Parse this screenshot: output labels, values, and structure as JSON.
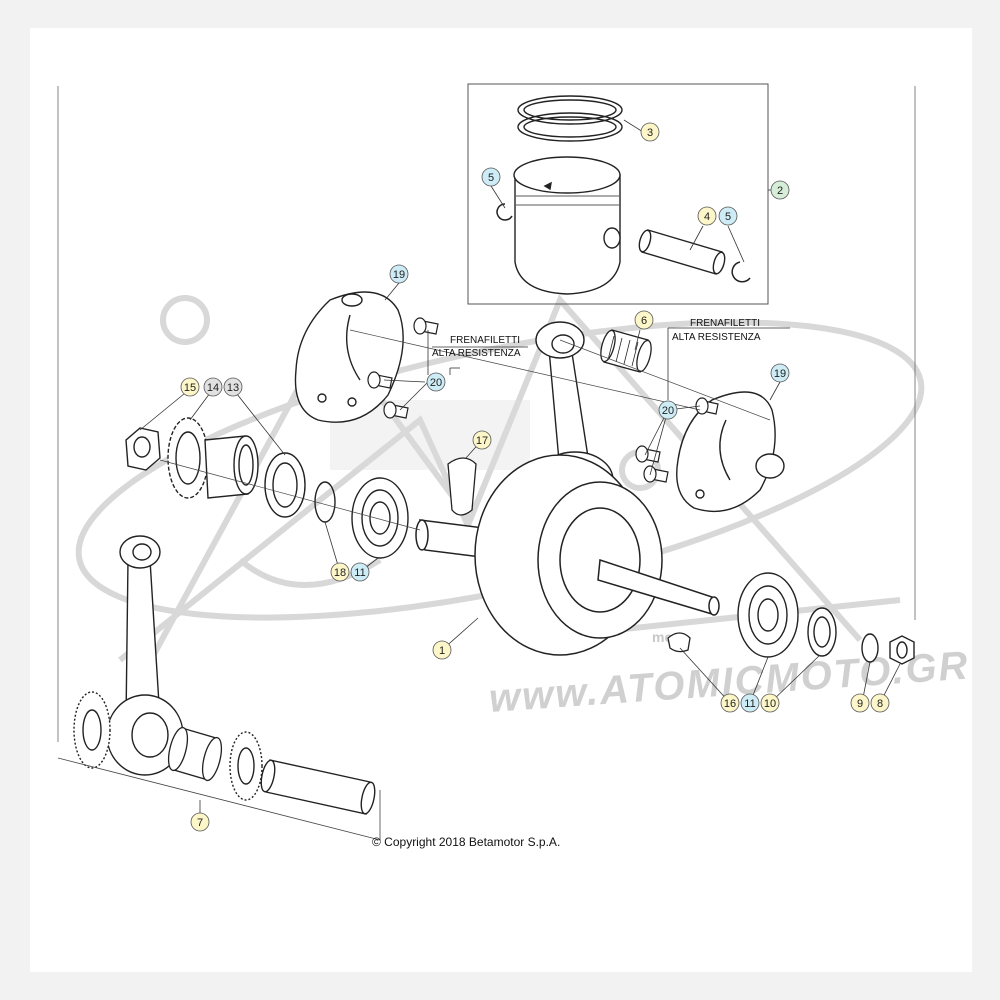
{
  "diagram": {
    "notes": {
      "left_line1": "FRENAFILETTI",
      "left_line2": "ALTA RESISTENZA",
      "right_line1": "FRENAFILETTI",
      "right_line2": "ALTA RESISTENZA"
    },
    "copyright": "© Copyright 2018 Betamotor S.p.A.",
    "watermark": {
      "text": "www.ATOMICMOTO.GR",
      "sub": "moto"
    },
    "colors": {
      "callout_yellow": "#fdf6c8",
      "callout_cyan": "#cdecf5",
      "callout_gray": "#e1e1e1",
      "callout_green": "#d6eed8",
      "line": "#2a2a2a",
      "watermark": "#d4d4d4"
    },
    "callouts": [
      {
        "id": "c3",
        "label": "3",
        "color": "yellow"
      },
      {
        "id": "c2",
        "label": "2",
        "color": "green"
      },
      {
        "id": "c5a",
        "label": "5",
        "color": "cyan"
      },
      {
        "id": "c4",
        "label": "4",
        "color": "yellow"
      },
      {
        "id": "c5b",
        "label": "5",
        "color": "cyan"
      },
      {
        "id": "c19a",
        "label": "19",
        "color": "cyan"
      },
      {
        "id": "c6",
        "label": "6",
        "color": "yellow"
      },
      {
        "id": "c20a",
        "label": "20",
        "color": "cyan"
      },
      {
        "id": "c19b",
        "label": "19",
        "color": "cyan"
      },
      {
        "id": "c20b",
        "label": "20",
        "color": "cyan"
      },
      {
        "id": "c15",
        "label": "15",
        "color": "yellow"
      },
      {
        "id": "c14",
        "label": "14",
        "color": "gray"
      },
      {
        "id": "c13",
        "label": "13",
        "color": "gray"
      },
      {
        "id": "c17",
        "label": "17",
        "color": "yellow"
      },
      {
        "id": "c18",
        "label": "18",
        "color": "yellow"
      },
      {
        "id": "c11a",
        "label": "11",
        "color": "cyan"
      },
      {
        "id": "c1",
        "label": "1",
        "color": "yellow"
      },
      {
        "id": "c16",
        "label": "16",
        "color": "yellow"
      },
      {
        "id": "c11b",
        "label": "11",
        "color": "cyan"
      },
      {
        "id": "c10",
        "label": "10",
        "color": "yellow"
      },
      {
        "id": "c9",
        "label": "9",
        "color": "yellow"
      },
      {
        "id": "c8",
        "label": "8",
        "color": "yellow"
      },
      {
        "id": "c7",
        "label": "7",
        "color": "yellow"
      }
    ]
  }
}
